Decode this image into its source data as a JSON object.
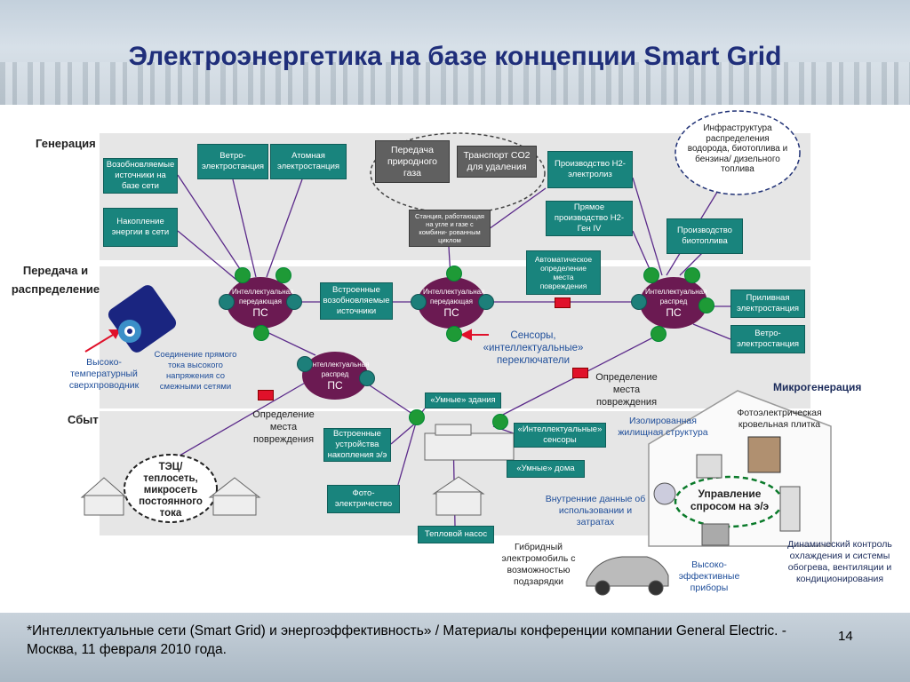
{
  "title": "Электроэнергетика на базе концепции Smart Grid",
  "sections": {
    "generation": "Генерация",
    "transmission": "Передача и распределение",
    "sales": "Сбыт",
    "microgeneration": "Микрогенерация"
  },
  "teal_boxes": {
    "renewables": "Возобновляемые источники на базе сети",
    "wind1": "Ветро- электростанция",
    "nuclear": "Атомная электростанция",
    "storage": "Накопление энергии в сети",
    "h2_electrolysis": "Производство Н2- электролиз",
    "h2_direct": "Прямое производство Н2- Ген IV",
    "biofuel": "Производство биотоплива",
    "embedded_renewables": "Встроенные возобновляемые источники",
    "auto_fault": "Автоматическое определение места повреждения",
    "tidal": "Приливная электростанция",
    "wind2": "Ветро- электростанция",
    "smart_buildings": "«Умные» здания",
    "smart_sensors": "«Интеллектуальные» сенсоры",
    "storage_devices": "Встроенные устройства накопления э/э",
    "smart_homes": "«Умные» дома",
    "photovoltaics": "Фото- электричество",
    "heat_pump": "Тепловой насос"
  },
  "gray_boxes": {
    "gas": "Передача природного газа",
    "co2": "Транспорт CO2 для удаления",
    "station": "Станция, работающая на угле и газе с комбини- рованным циклом"
  },
  "hubs": {
    "hub1_label": "Интеллектуальная передающая",
    "hub2_label": "Интеллектуальная передающая",
    "hub3_label": "Интеллектуальная распред",
    "hub4_label": "Интеллектуальная распред",
    "ps": "ПС"
  },
  "labels": {
    "infrastructure": "Инфраструктура распределения водорода, биотоплива и бензина/ дизельного топлива",
    "superconductor": "Высоко- температурный сверхпроводник",
    "dc_link": "Соединение прямого тока высокого напряжения со смежными сетями",
    "sensors": "Сенсоры, «интеллектуальные» переключатели",
    "fault1": "Определение места повреждения",
    "fault2": "Определение места повреждения",
    "chp": "ТЭЦ/ теплосеть, микросеть постоянного тока",
    "isolated": "Изолированная жилищная структура",
    "pv_roof": "Фотоэлектрическая кровельная плитка",
    "demand": "Управление спросом на э/э",
    "internal_data": "Внутренние данные об использовании и затратах",
    "hybrid": "Гибридный электромобиль с возможностью подзарядки",
    "efficient": "Высоко- эффективные приборы",
    "dynamic": "Динамический контроль охлаждения и системы обогрева, вентиляции и кондиционирования"
  },
  "colors": {
    "title": "#1f2e7a",
    "teal": "#19847d",
    "hub": "#6b1a52",
    "line": "#5b2a8a",
    "fault": "#e0112a",
    "green_node": "#1e9a36"
  },
  "footer": {
    "citation": "*Интеллектуальные сети (Smart Grid) и энергоэффективность» / Материалы конференции компании General Electric. - Москва, 11 февраля 2010 года.",
    "page": "14"
  }
}
